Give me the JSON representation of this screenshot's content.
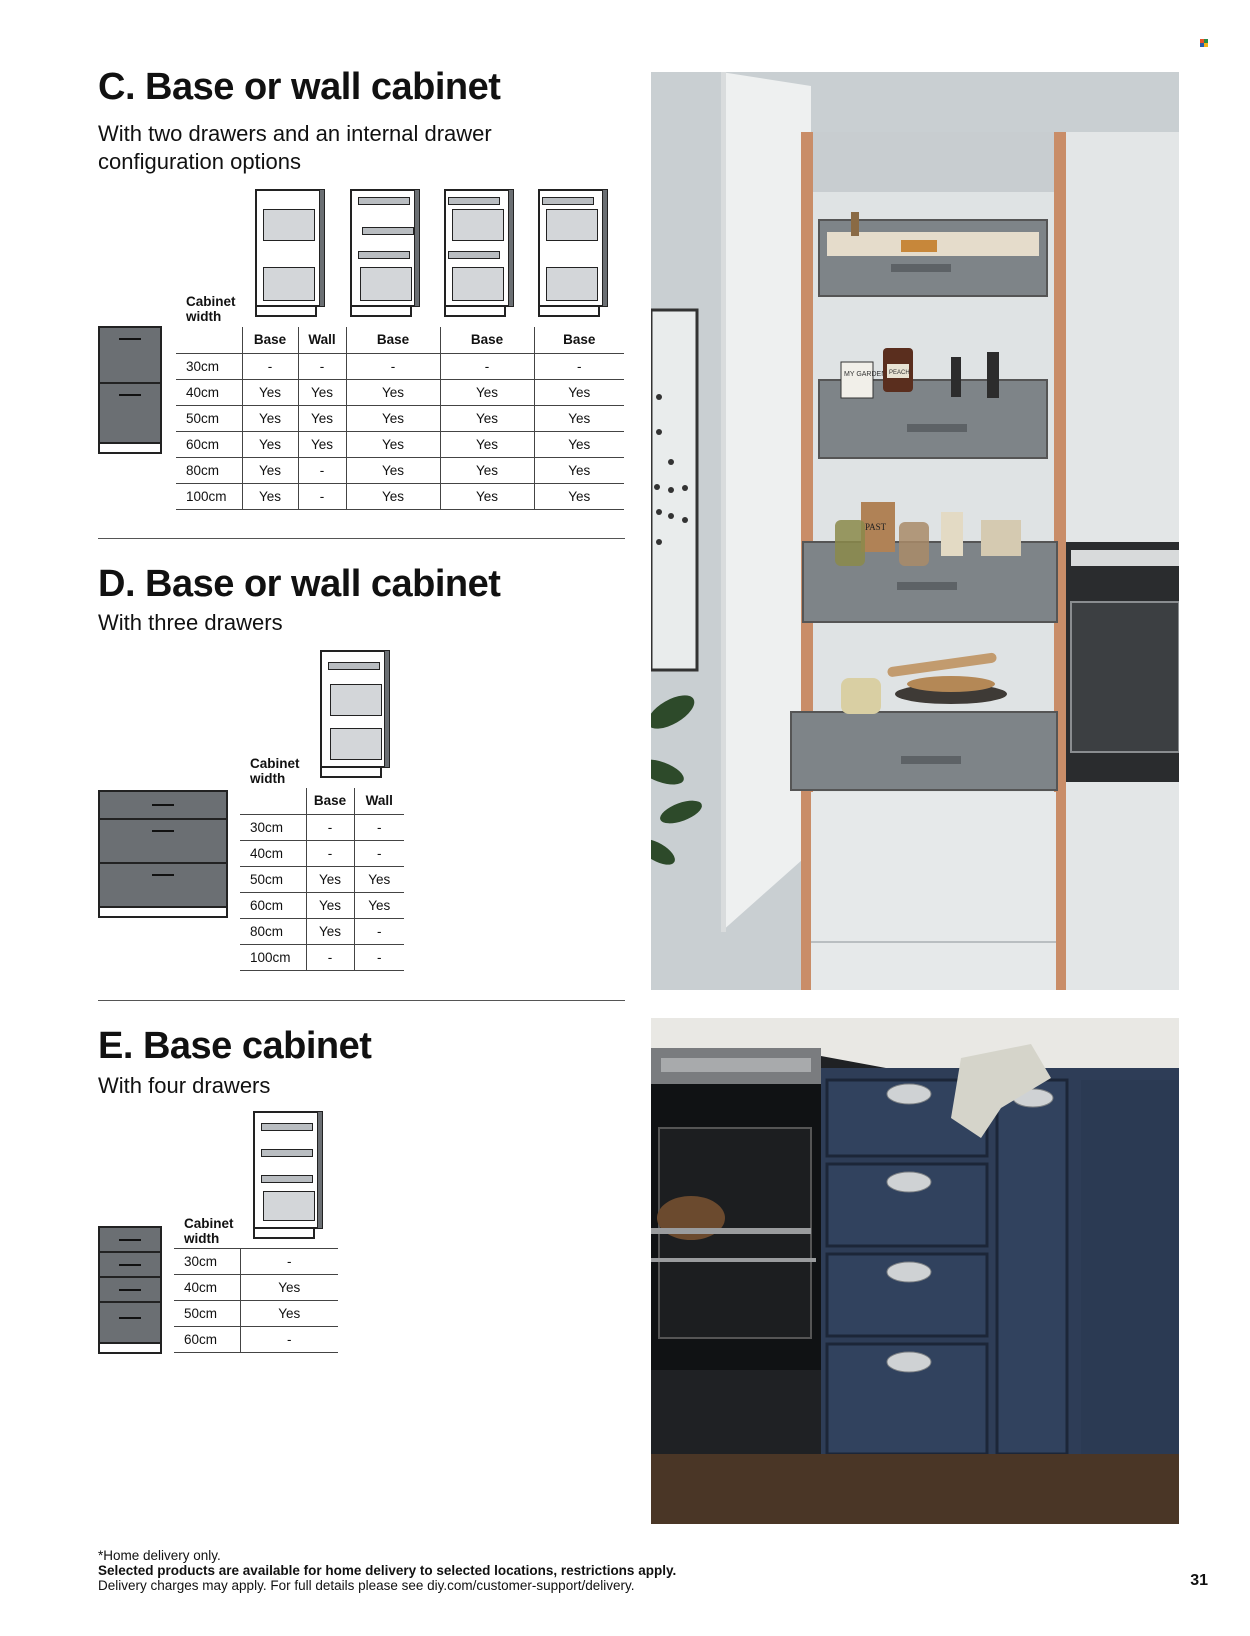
{
  "sections": {
    "c": {
      "title": "C. Base or wall cabinet",
      "subtitle_line1": "With two drawers and an internal drawer",
      "subtitle_line2": "configuration options",
      "width_label_line1": "Cabinet",
      "width_label_line2": "width",
      "columns": [
        "Base",
        "Wall",
        "Base",
        "Base",
        "Base"
      ],
      "rows": [
        {
          "width": "30cm",
          "cells": [
            "-",
            "-",
            "-",
            "-",
            "-"
          ]
        },
        {
          "width": "40cm",
          "cells": [
            "Yes",
            "Yes",
            "Yes",
            "Yes",
            "Yes"
          ]
        },
        {
          "width": "50cm",
          "cells": [
            "Yes",
            "Yes",
            "Yes",
            "Yes",
            "Yes"
          ]
        },
        {
          "width": "60cm",
          "cells": [
            "Yes",
            "Yes",
            "Yes",
            "Yes",
            "Yes"
          ]
        },
        {
          "width": "80cm",
          "cells": [
            "Yes",
            "-",
            "Yes",
            "Yes",
            "Yes"
          ]
        },
        {
          "width": "100cm",
          "cells": [
            "Yes",
            "-",
            "Yes",
            "Yes",
            "Yes"
          ]
        }
      ]
    },
    "d": {
      "title": "D. Base or wall cabinet",
      "subtitle": "With three drawers",
      "width_label_line1": "Cabinet",
      "width_label_line2": "width",
      "columns": [
        "Base",
        "Wall"
      ],
      "rows": [
        {
          "width": "30cm",
          "cells": [
            "-",
            "-"
          ]
        },
        {
          "width": "40cm",
          "cells": [
            "-",
            "-"
          ]
        },
        {
          "width": "50cm",
          "cells": [
            "Yes",
            "Yes"
          ]
        },
        {
          "width": "60cm",
          "cells": [
            "Yes",
            "Yes"
          ]
        },
        {
          "width": "80cm",
          "cells": [
            "Yes",
            "-"
          ]
        },
        {
          "width": "100cm",
          "cells": [
            "-",
            "-"
          ]
        }
      ]
    },
    "e": {
      "title": "E. Base cabinet",
      "subtitle": "With four drawers",
      "width_label_line1": "Cabinet",
      "width_label_line2": "width",
      "rows": [
        {
          "width": "30cm",
          "cells": [
            "-"
          ]
        },
        {
          "width": "40cm",
          "cells": [
            "Yes"
          ]
        },
        {
          "width": "50cm",
          "cells": [
            "Yes"
          ]
        },
        {
          "width": "60cm",
          "cells": [
            "-"
          ]
        }
      ]
    }
  },
  "photo_labels": {
    "jar_label_1": "MY GARDEN",
    "jar_label_2": "PEACH",
    "box_label": "PAST"
  },
  "footer": {
    "line1": "*Home delivery only.",
    "line2": "Selected products are available for home delivery to selected locations, restrictions apply.",
    "line3": "Delivery charges may apply. For full details please see diy.com/customer-support/delivery.",
    "page_number": "31"
  },
  "colors": {
    "cabinet_grey": "#6b6f73",
    "navy_cabinet": "#2e3d57",
    "copper_edge": "#c98d68",
    "wall_grey": "#cfd4d6"
  },
  "icons": {
    "brand": "brand-squares-icon"
  }
}
